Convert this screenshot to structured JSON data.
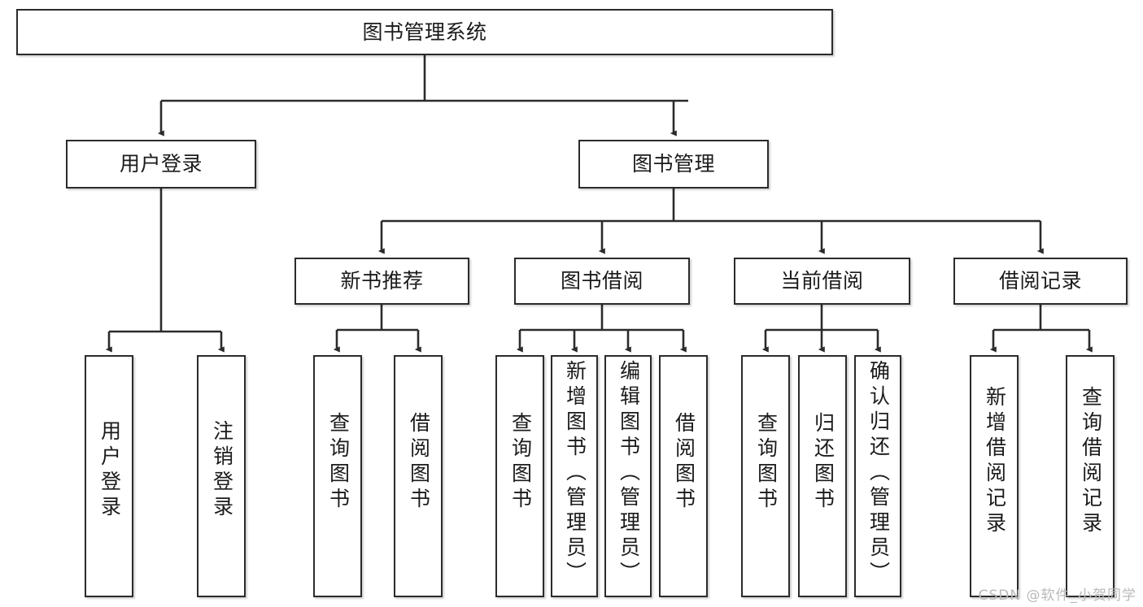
{
  "diagram": {
    "type": "tree-hierarchy-chart",
    "title": "图书管理系统",
    "line_color": "#2b2b2b",
    "box_fill": "#ffffff",
    "text_color": "#1b1b1b",
    "root": {
      "label": "图书管理系统"
    },
    "level2": [
      {
        "label": "用户登录"
      },
      {
        "label": "图书管理"
      }
    ],
    "level3": [
      {
        "label": "新书推荐"
      },
      {
        "label": "图书借阅"
      },
      {
        "label": "当前借阅"
      },
      {
        "label": "借阅记录"
      }
    ],
    "leaves": {
      "user_login": [
        {
          "label": "用户登录"
        },
        {
          "label": "注销登录"
        }
      ],
      "new_book_recommend": [
        {
          "label": "查询图书"
        },
        {
          "label": "借阅图书"
        }
      ],
      "book_borrow": [
        {
          "label": "查询图书"
        },
        {
          "label": "新增图书（管理员）"
        },
        {
          "label": "编辑图书（管理员）"
        },
        {
          "label": "借阅图书"
        }
      ],
      "current_borrow": [
        {
          "label": "查询图书"
        },
        {
          "label": "归还图书"
        },
        {
          "label": "确认归还（管理员）"
        }
      ],
      "borrow_records": [
        {
          "label": "新增借阅记录"
        },
        {
          "label": "查询借阅记录"
        }
      ]
    }
  },
  "watermark": {
    "text": "CSDN @软件_小贺同学"
  }
}
